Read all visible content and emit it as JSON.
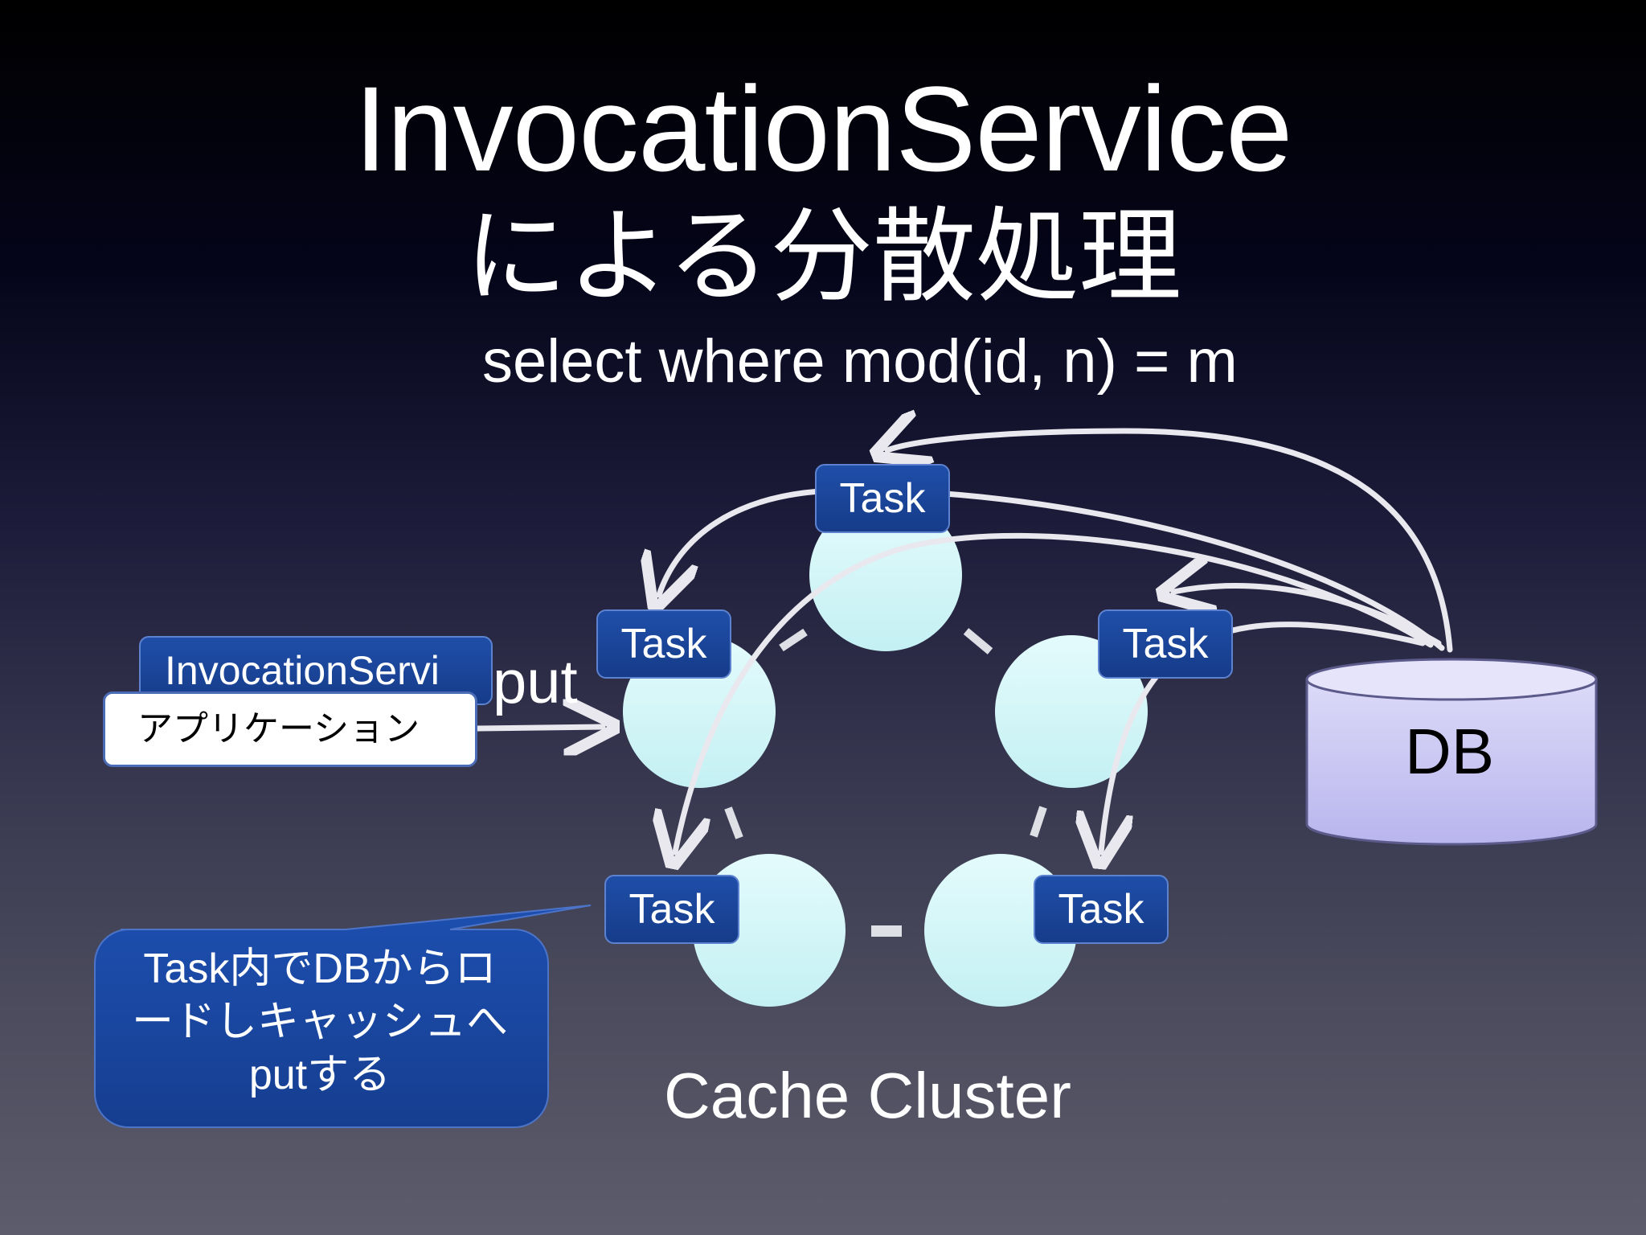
{
  "title_line1": "InvocationService",
  "title_line2": "による分散処理",
  "subtitle": "select where mod(id, n) = m",
  "task_label": "Task",
  "invocation_box_label": "InvocationServi",
  "app_box_label": "アプリケーション",
  "put_label": "put",
  "db_label": "DB",
  "cluster_label": "Cache Cluster",
  "callout_lines": [
    "Task内でDBからロ",
    "ードしキャッシュへ",
    "putする"
  ],
  "colors": {
    "node_fill": "#d2f6f8",
    "task_fill": "#1f4ea8",
    "db_fill": "#c9c6f2",
    "arrow": "#e8e8ee",
    "callout_fill": "#1a47a0"
  }
}
